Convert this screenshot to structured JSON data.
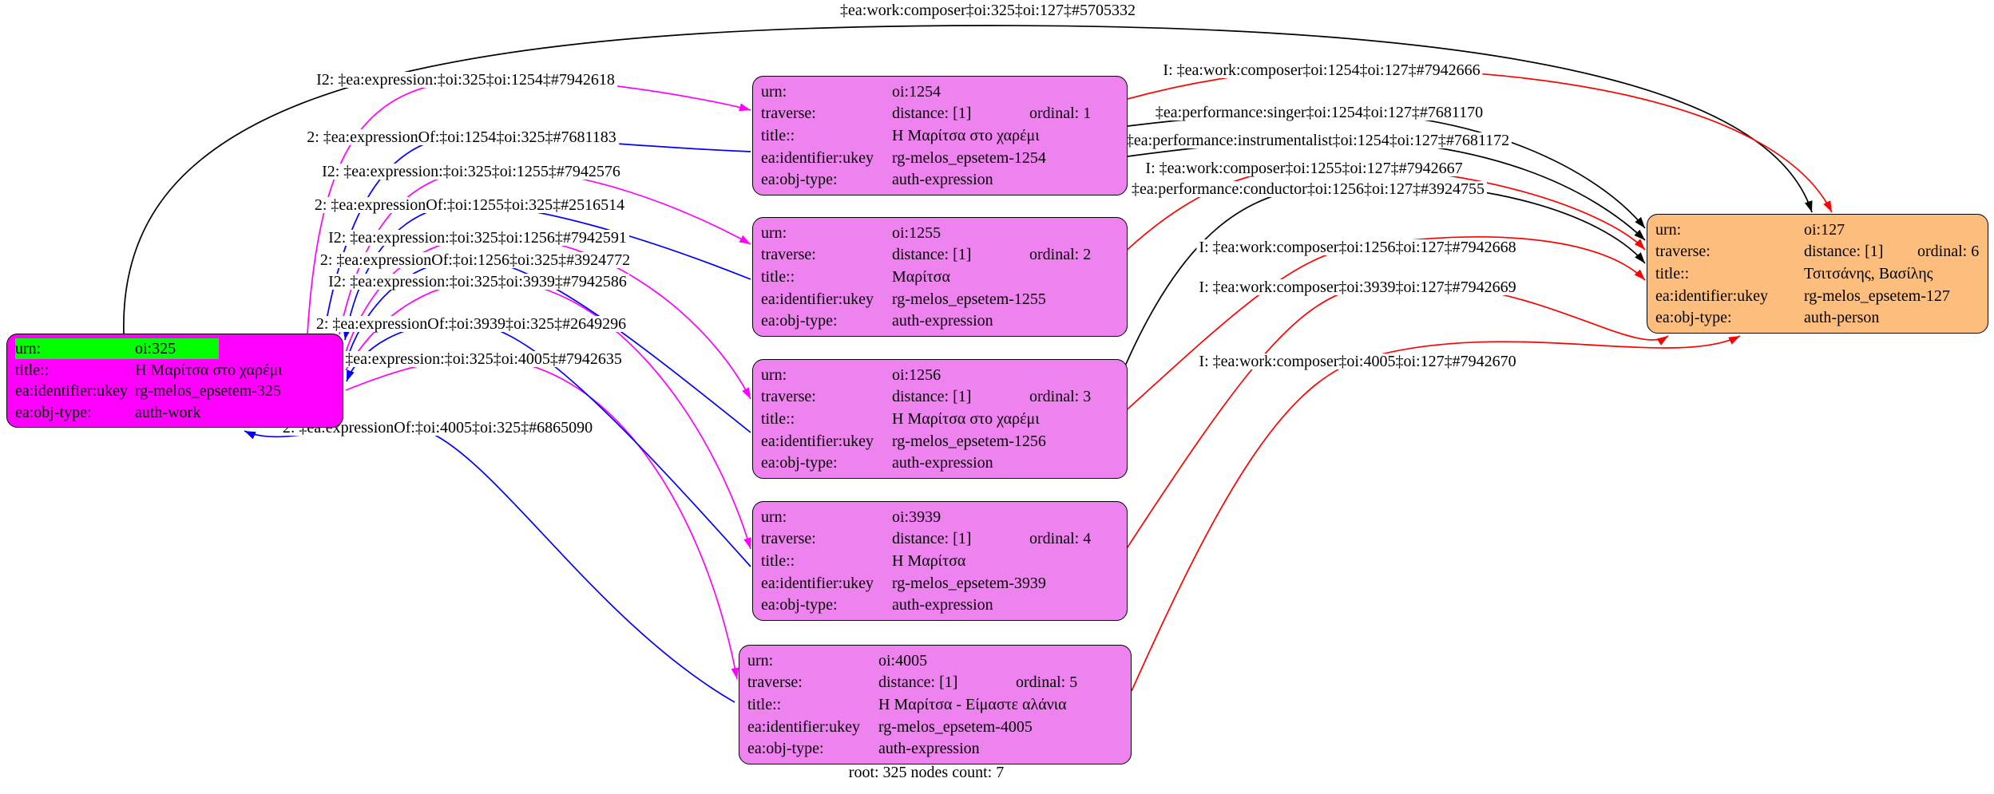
{
  "graph": {
    "footer": "root: 325 nodes count: 7"
  },
  "keys": {
    "urn": "urn:",
    "traverse": "traverse:",
    "title": "title::",
    "identifier": "ea:identifier:ukey",
    "objtype": "ea:obj-type:"
  },
  "nodes": {
    "work325": {
      "urn": "oi:325",
      "title": "Η Μαρίτσα στο χαρέμι",
      "identifier": "rg-melos_epsetem-325",
      "objtype": "auth-work"
    },
    "expr1254": {
      "urn": "oi:1254",
      "distance": "distance: [1]",
      "ordinal": "ordinal: 1",
      "title": "Η Μαρίτσα στο χαρέμι",
      "identifier": "rg-melos_epsetem-1254",
      "objtype": "auth-expression"
    },
    "expr1255": {
      "urn": "oi:1255",
      "distance": "distance: [1]",
      "ordinal": "ordinal: 2",
      "title": "Μαρίτσα",
      "identifier": "rg-melos_epsetem-1255",
      "objtype": "auth-expression"
    },
    "expr1256": {
      "urn": "oi:1256",
      "distance": "distance: [1]",
      "ordinal": "ordinal: 3",
      "title": "Η Μαρίτσα στο χαρέμι",
      "identifier": "rg-melos_epsetem-1256",
      "objtype": "auth-expression"
    },
    "expr3939": {
      "urn": "oi:3939",
      "distance": "distance: [1]",
      "ordinal": "ordinal: 4",
      "title": "Η Μαρίτσα",
      "identifier": "rg-melos_epsetem-3939",
      "objtype": "auth-expression"
    },
    "expr4005": {
      "urn": "oi:4005",
      "distance": "distance: [1]",
      "ordinal": "ordinal: 5",
      "title": "Η Μαρίτσα - Είμαστε αλάνια",
      "identifier": "rg-melos_epsetem-4005",
      "objtype": "auth-expression"
    },
    "person127": {
      "urn": "oi:127",
      "distance": "distance: [1]",
      "ordinal": "ordinal: 6",
      "title": "Τσιτσάνης, Βασίλης",
      "identifier": "rg-melos_epsetem-127",
      "objtype": "auth-person"
    }
  },
  "edges": {
    "composer_325_127": "‡ea:work:composer‡oi:325‡oi:127‡#5705332",
    "expr_1254": "I2: ‡ea:expression:‡oi:325‡oi:1254‡#7942618",
    "exprof_1254": "2: ‡ea:expressionOf:‡oi:1254‡oi:325‡#7681183",
    "expr_1255": "I2: ‡ea:expression:‡oi:325‡oi:1255‡#7942576",
    "exprof_1255": "2: ‡ea:expressionOf:‡oi:1255‡oi:325‡#2516514",
    "expr_1256": "I2: ‡ea:expression:‡oi:325‡oi:1256‡#7942591",
    "exprof_1256": "2: ‡ea:expressionOf:‡oi:1256‡oi:325‡#3924772",
    "expr_3939": "I2: ‡ea:expression:‡oi:325‡oi:3939‡#7942586",
    "exprof_3939": "2: ‡ea:expressionOf:‡oi:3939‡oi:325‡#2649296",
    "expr_4005": "I2: ‡ea:expression:‡oi:325‡oi:4005‡#7942635",
    "exprof_4005": "2: ‡ea:expressionOf:‡oi:4005‡oi:325‡#6865090",
    "composer_1254": "I: ‡ea:work:composer‡oi:1254‡oi:127‡#7942666",
    "singer_1254": "‡ea:performance:singer‡oi:1254‡oi:127‡#7681170",
    "instrumentalist_1254": "‡ea:performance:instrumentalist‡oi:1254‡oi:127‡#7681172",
    "composer_1255": "I: ‡ea:work:composer‡oi:1255‡oi:127‡#7942667",
    "conductor_1256": "‡ea:performance:conductor‡oi:1256‡oi:127‡#3924755",
    "composer_1256": "I: ‡ea:work:composer‡oi:1256‡oi:127‡#7942668",
    "composer_3939": "I: ‡ea:work:composer‡oi:3939‡oi:127‡#7942669",
    "composer_4005": "I: ‡ea:work:composer‡oi:4005‡oi:127‡#7942670"
  },
  "colors": {
    "work_fill": "#ff00ff",
    "urn_highlight": "#00ff00",
    "expression_fill": "#ee82ee",
    "person_fill": "#fdbe7d",
    "expression_edge": "#ff00ff",
    "expression_of_edge": "#0000ff",
    "composer_edge": "#ff0000",
    "work_composer_edge": "#000000",
    "performance_edge": "#000000"
  }
}
